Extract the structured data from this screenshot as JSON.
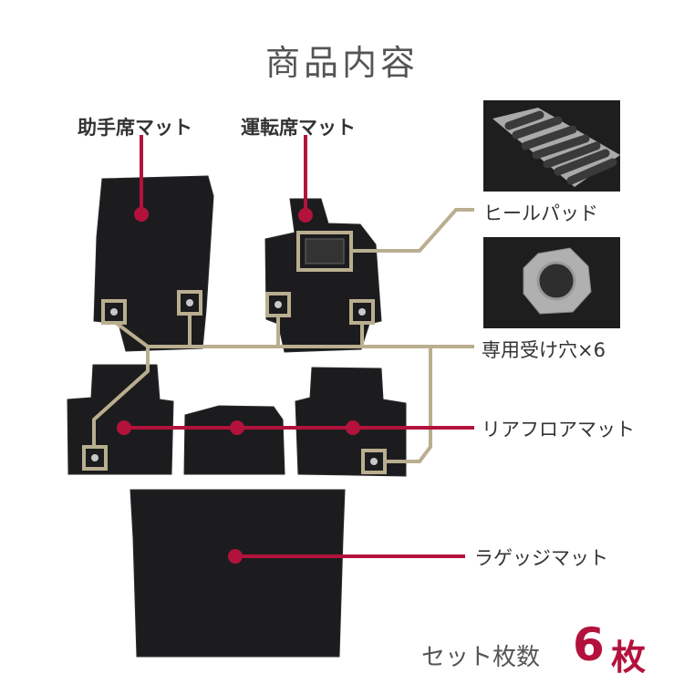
{
  "title": "商品内容",
  "labels": {
    "passenger": "助手席マット",
    "driver": "運転席マット",
    "heel_pad": "ヒールパッド",
    "holes": "専用受け穴×6",
    "rear": "リアフロアマット",
    "luggage": "ラゲッジマット"
  },
  "set_count": {
    "label": "セット枚数",
    "number": "6",
    "unit": "枚"
  },
  "colors": {
    "accent": "#b3123c",
    "gold": "#b9ae8f",
    "mat": "#1c1c1e"
  }
}
